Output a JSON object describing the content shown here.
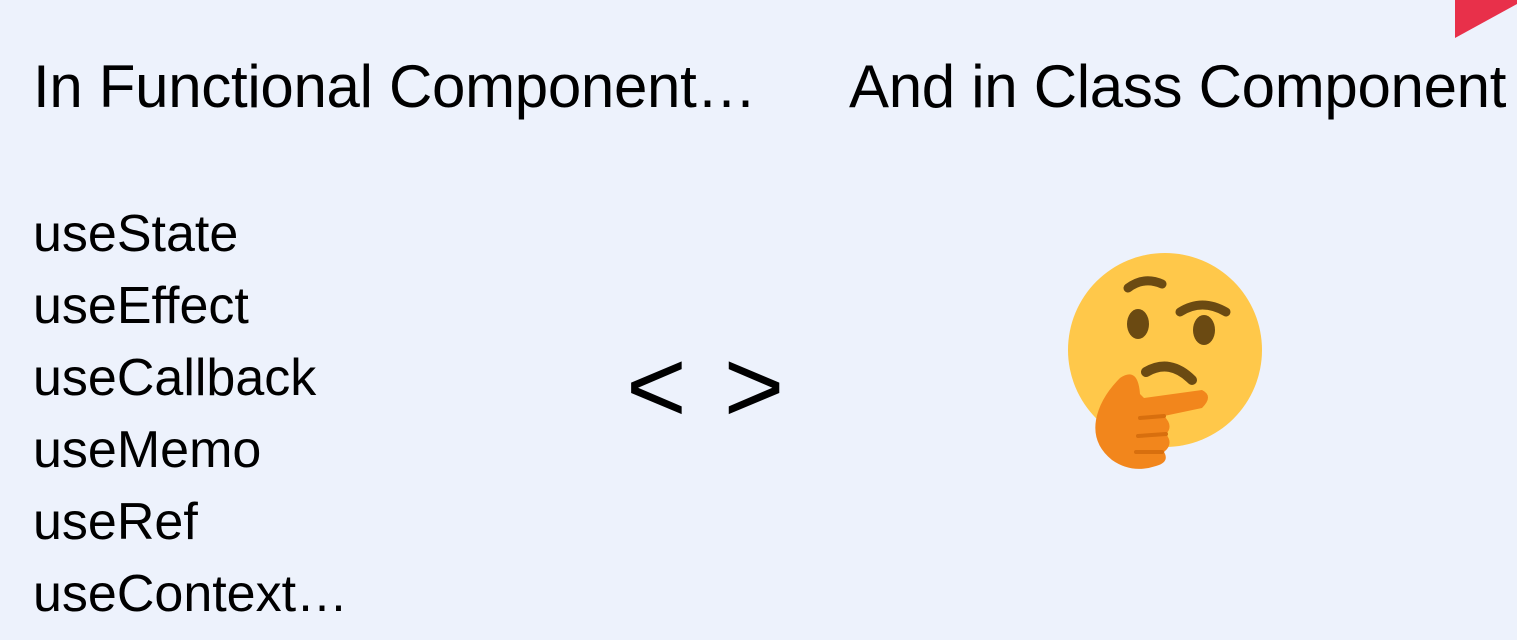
{
  "left_heading": "In Functional Component…",
  "right_heading": "And in Class Component",
  "hooks": [
    "useState",
    "useEffect",
    "useCallback",
    "useMemo",
    "useRef",
    "useContext…"
  ],
  "comparison_symbol": "< >",
  "icons": {
    "emoji": "thinking-face-icon",
    "corner": "corner-flag-icon"
  },
  "colors": {
    "background": "#edf2fc",
    "emoji_face": "#ffc84a",
    "emoji_hand": "#f2861c",
    "corner_flag": "#e8304a"
  }
}
